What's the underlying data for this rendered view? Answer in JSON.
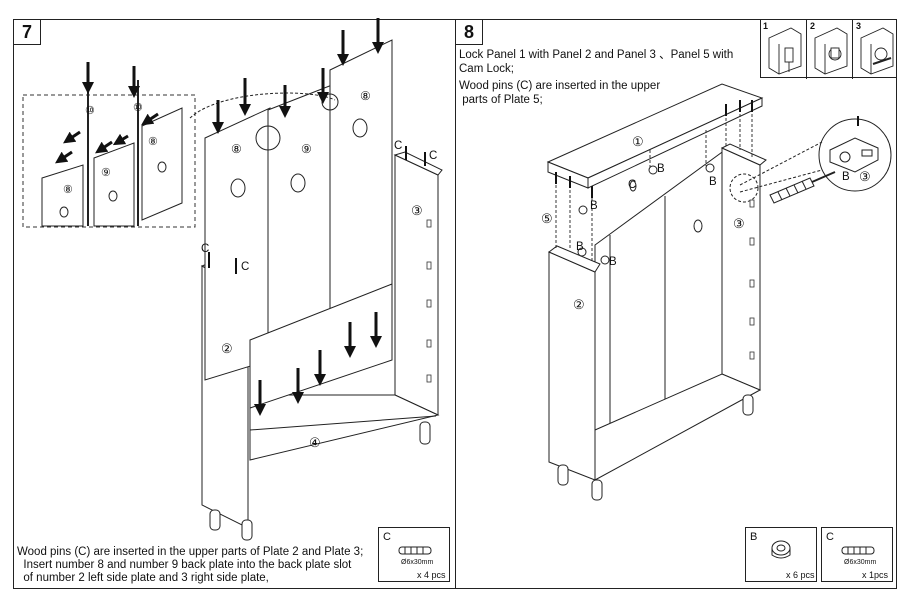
{
  "step7": {
    "number": "7",
    "text_lines": [
      "Wood pins (C) are inserted in the upper parts of Plate 2 and Plate 3;",
      "  Insert number 8 and number 9 back plate into the back plate slot",
      "  of number 2 left side plate and 3 right side plate,"
    ],
    "hardware": {
      "letter": "C",
      "spec": "Ø6x30mm",
      "qty": "x 4 pcs"
    },
    "part_labels": [
      "⑩",
      "⑩",
      "⑧",
      "⑧",
      "⑨",
      "⑧",
      "⑨",
      "⑧",
      "②",
      "③",
      "④"
    ],
    "pin_labels": [
      "C",
      "C",
      "C",
      "C"
    ]
  },
  "step8": {
    "number": "8",
    "text_lines": [
      "Lock Panel 1 with Panel 2 and Panel 3 、Panel 5 with",
      "Cam Lock;",
      "Wood pins (C) are inserted in the upper",
      " parts of Plate 5;"
    ],
    "inset_numbers": [
      "1",
      "2",
      "3"
    ],
    "part_labels": [
      "①",
      "②",
      "③",
      "③",
      "⑤"
    ],
    "cam_labels": [
      "B",
      "B",
      "B",
      "B",
      "B",
      "B"
    ],
    "pin_labels": [
      "C"
    ],
    "hardware": [
      {
        "letter": "B",
        "spec": "",
        "qty": "x 6 pcs"
      },
      {
        "letter": "C",
        "spec": "Ø6x30mm",
        "qty": "x 1pcs"
      }
    ]
  }
}
